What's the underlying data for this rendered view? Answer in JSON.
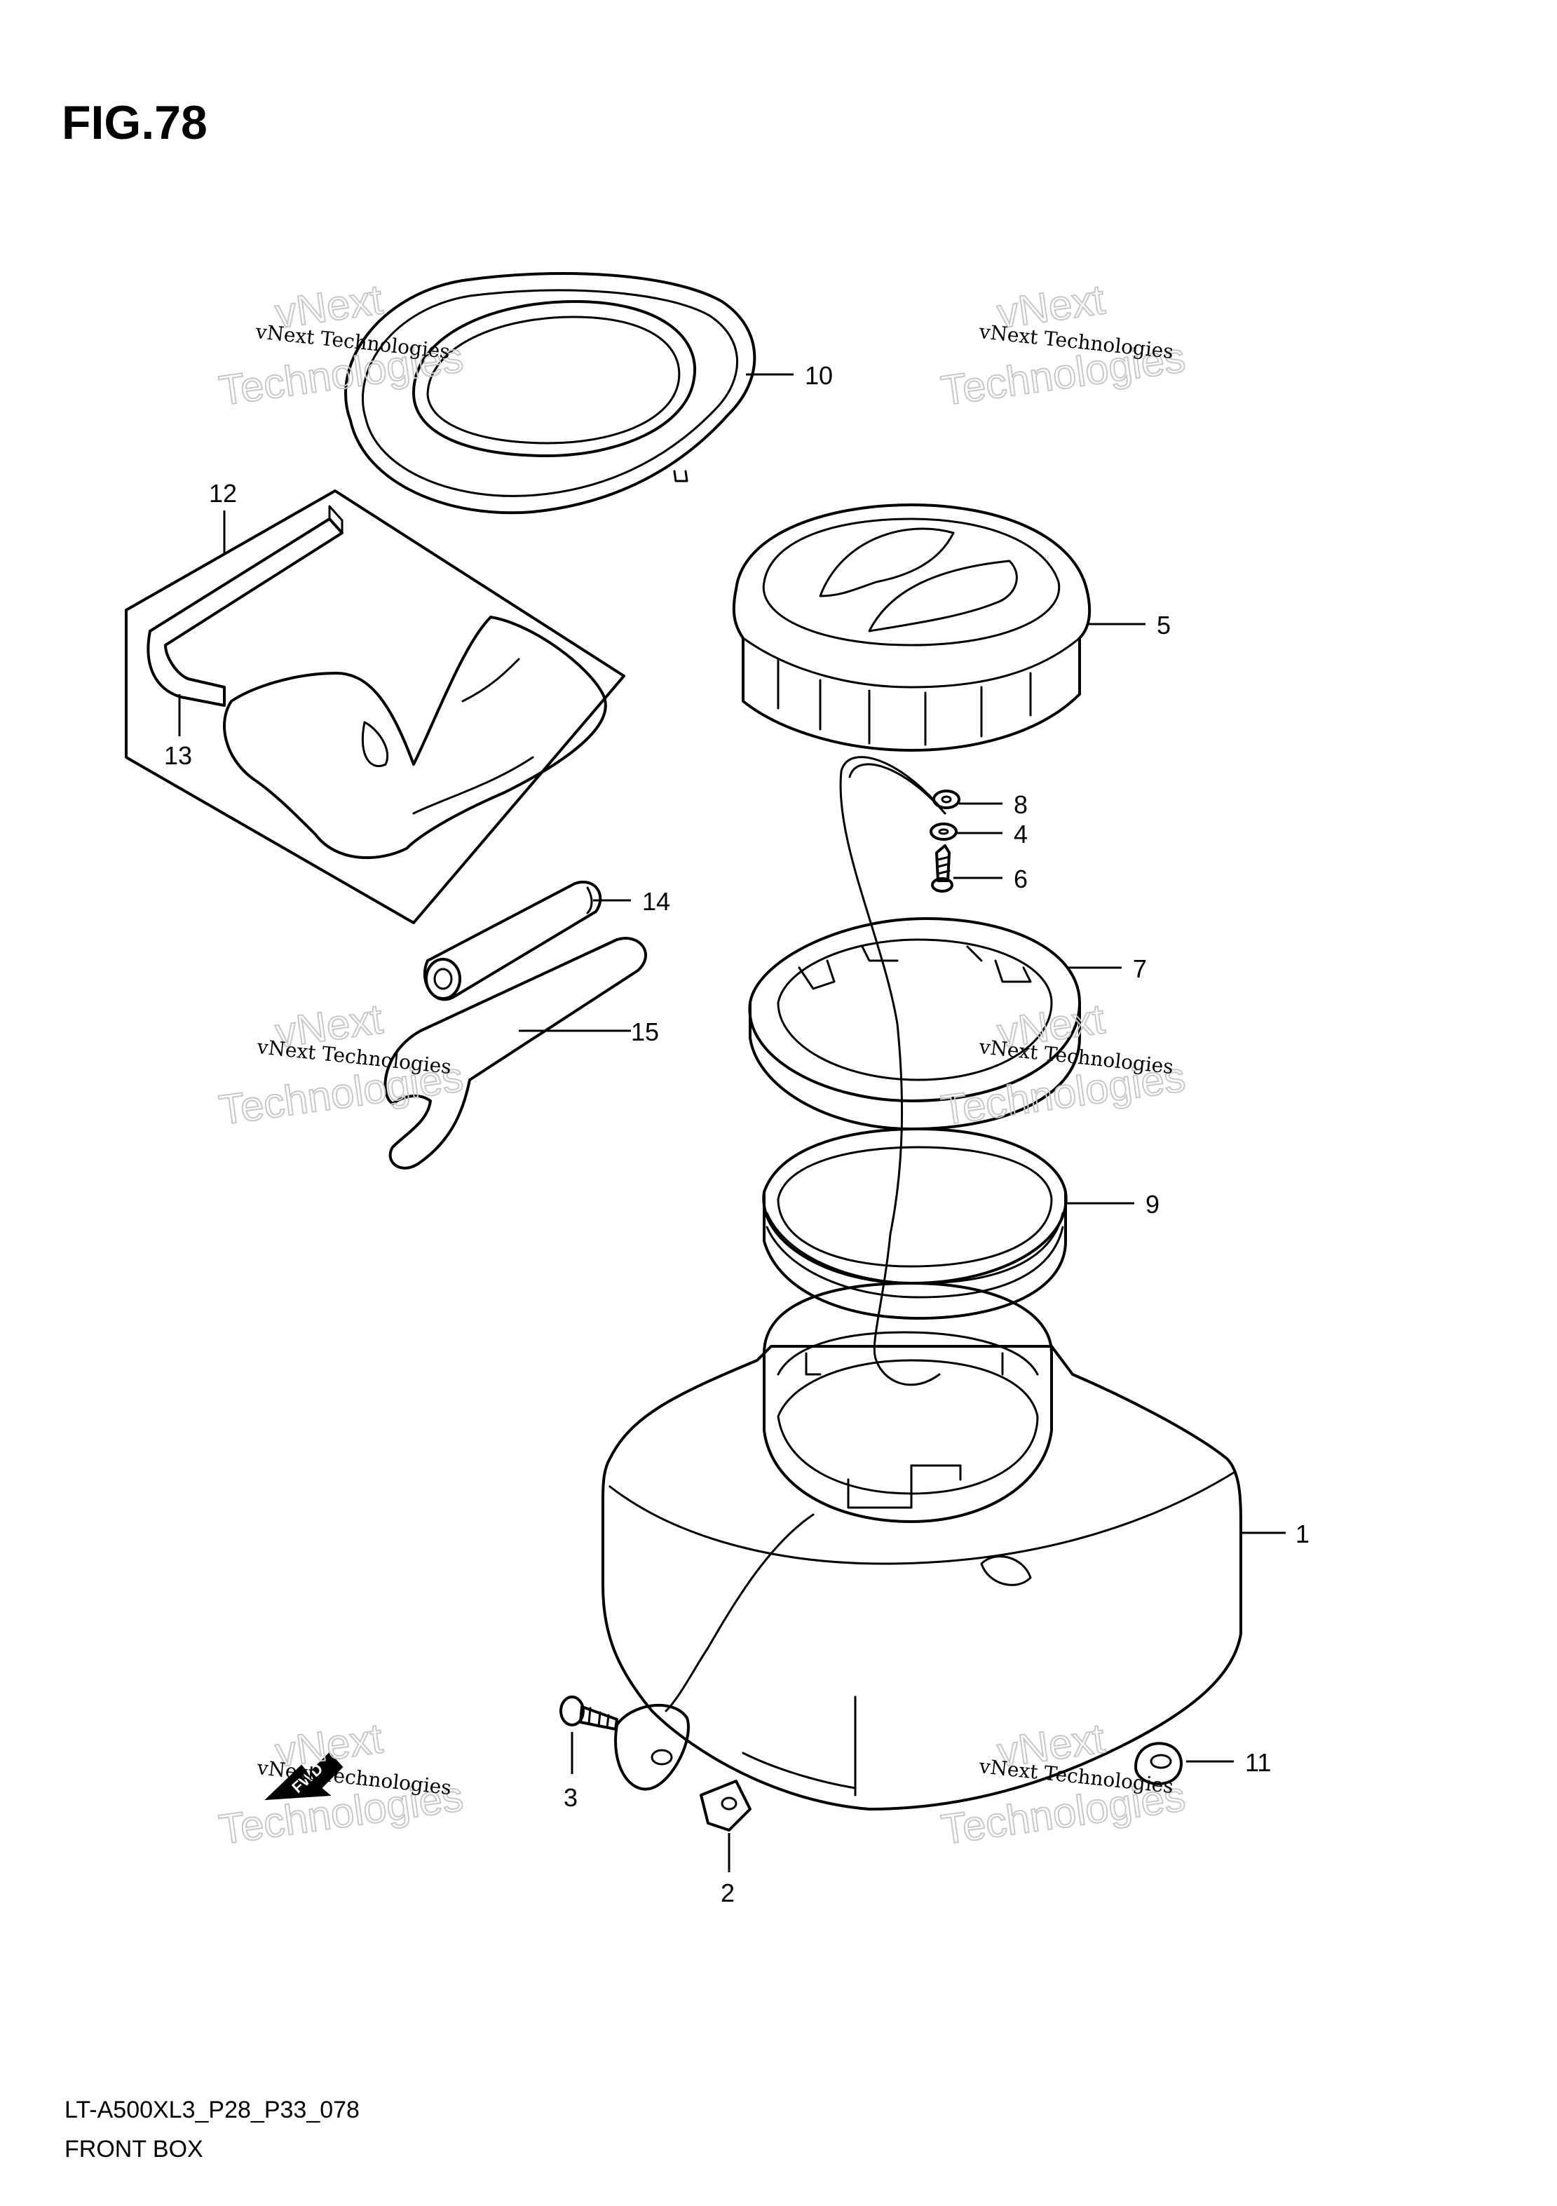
{
  "figure": {
    "title": "FIG.78",
    "model_code": "LT-A500XL3_P28_P33_078",
    "caption": "FRONT BOX"
  },
  "watermark": {
    "small_text": "vNext Technologies",
    "big_line1": "vNext",
    "big_line2": "Technologies"
  },
  "parts": [
    {
      "ref": "1"
    },
    {
      "ref": "2"
    },
    {
      "ref": "3"
    },
    {
      "ref": "4"
    },
    {
      "ref": "5"
    },
    {
      "ref": "6"
    },
    {
      "ref": "7"
    },
    {
      "ref": "8"
    },
    {
      "ref": "9"
    },
    {
      "ref": "10"
    },
    {
      "ref": "11"
    },
    {
      "ref": "12"
    },
    {
      "ref": "13"
    },
    {
      "ref": "14"
    },
    {
      "ref": "15"
    }
  ],
  "direction_badge": "FWD"
}
